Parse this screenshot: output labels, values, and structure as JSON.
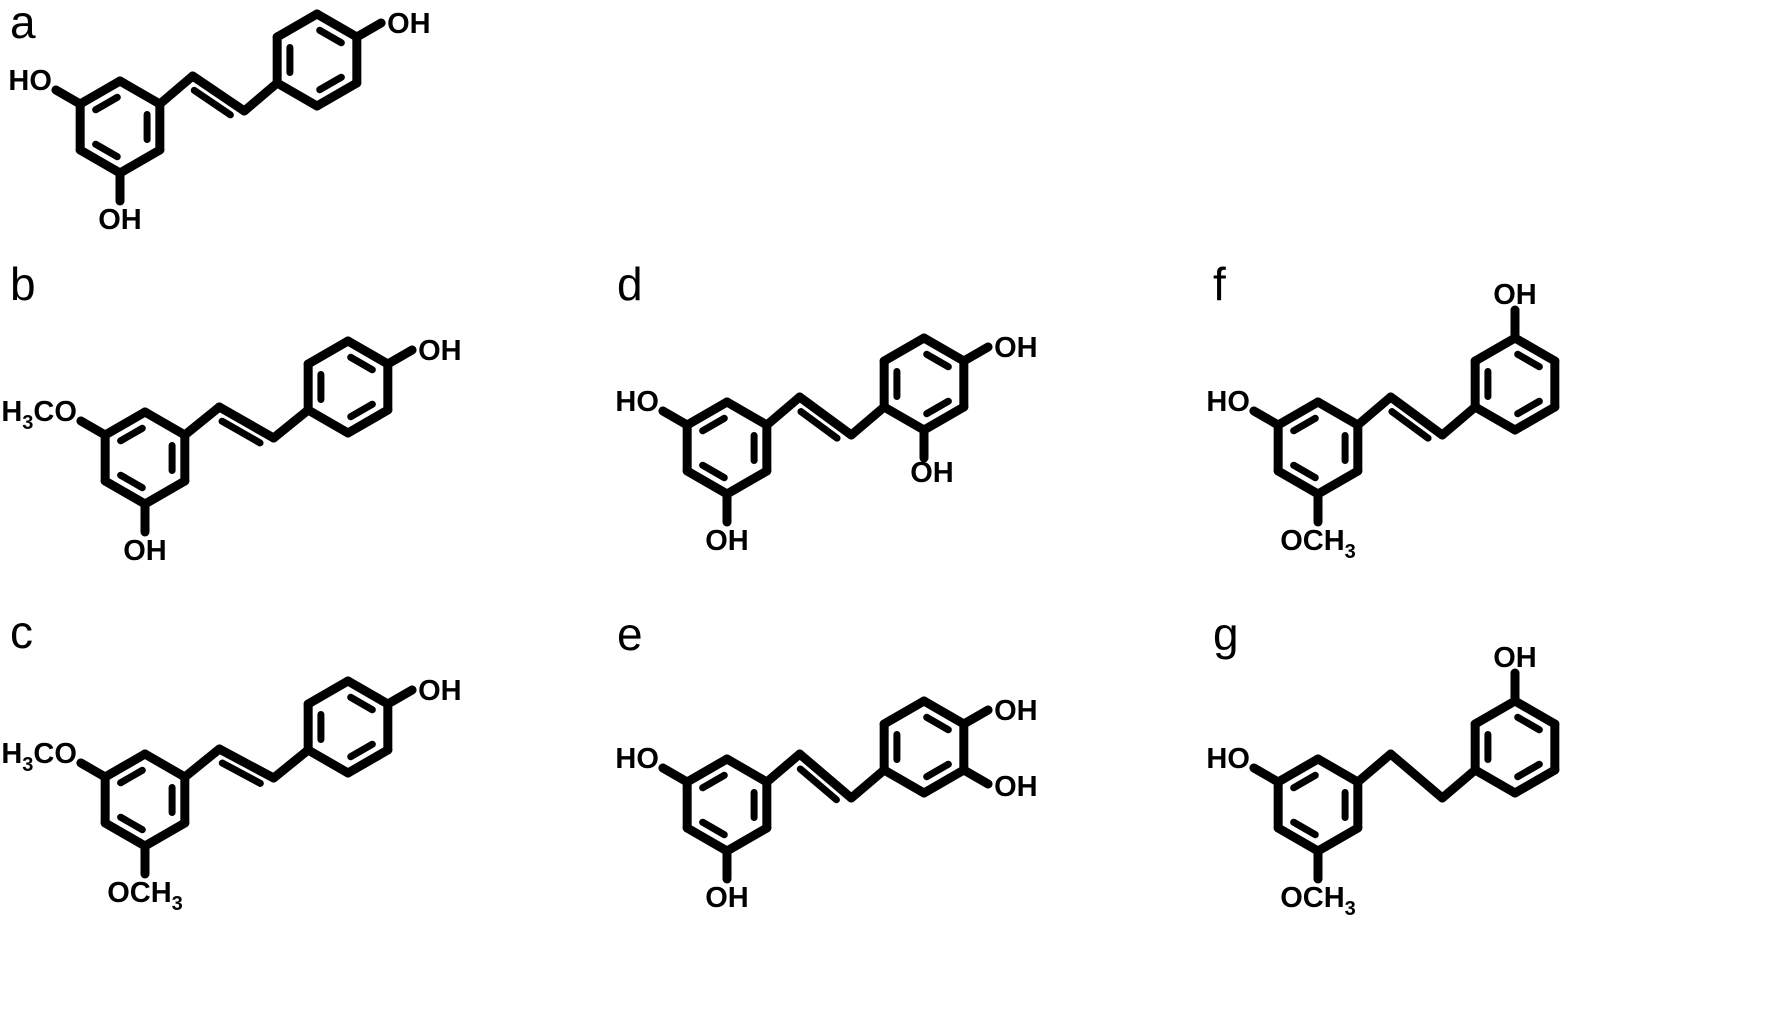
{
  "panels": [
    {
      "label": "a",
      "groups": [
        "OH",
        "HO",
        "OH"
      ]
    },
    {
      "label": "b",
      "groups": [
        "OH",
        "H3CO",
        "OH"
      ]
    },
    {
      "label": "c",
      "groups": [
        "OH",
        "H3CO",
        "OCH3"
      ]
    },
    {
      "label": "d",
      "groups": [
        "OH",
        "HO",
        "OH",
        "OH"
      ]
    },
    {
      "label": "e",
      "groups": [
        "OH",
        "OH",
        "HO",
        "OH"
      ]
    },
    {
      "label": "f",
      "groups": [
        "OH",
        "HO",
        "OCH3"
      ]
    },
    {
      "label": "g",
      "groups": [
        "OH",
        "HO",
        "OCH3"
      ]
    }
  ],
  "subscript": "3"
}
